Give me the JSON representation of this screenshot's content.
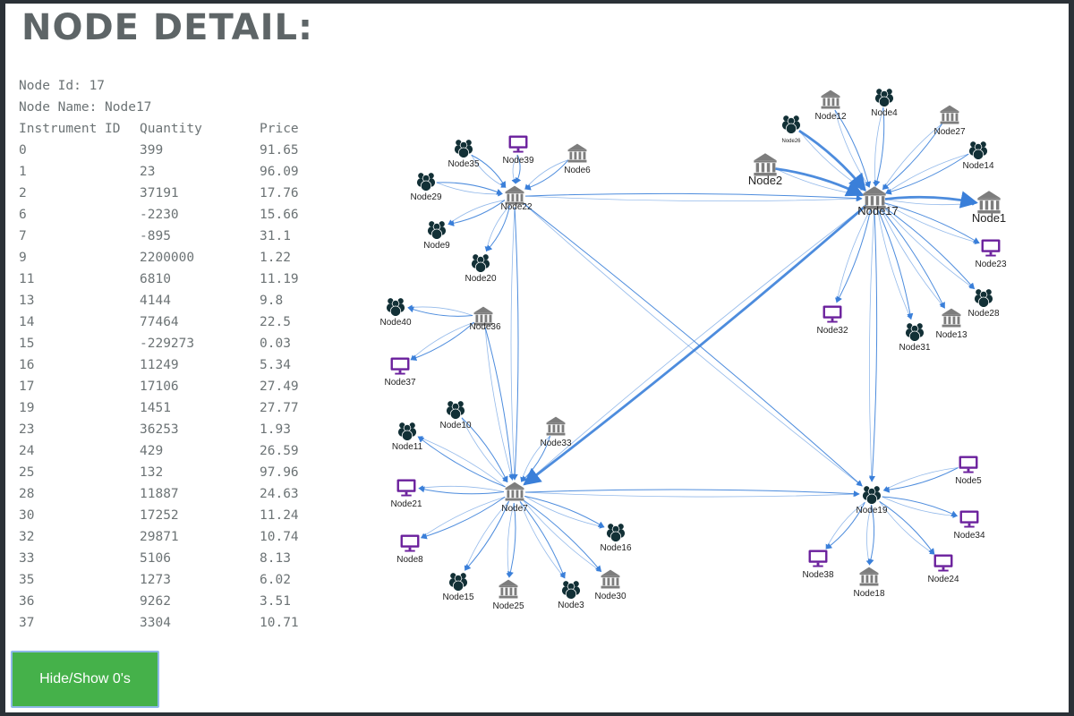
{
  "header": {
    "title": "NODE DETAIL:"
  },
  "node": {
    "id_label": "Node Id: 17",
    "name_label": "Node Name: Node17"
  },
  "table": {
    "columns": [
      "Instrument ID",
      "Quantity",
      "Price"
    ],
    "rows": [
      [
        "0",
        "399",
        "91.65"
      ],
      [
        "1",
        "23",
        "96.09"
      ],
      [
        "2",
        "37191",
        "17.76"
      ],
      [
        "6",
        "-2230",
        "15.66"
      ],
      [
        "7",
        "-895",
        "31.1"
      ],
      [
        "9",
        "2200000",
        "1.22"
      ],
      [
        "11",
        "6810",
        "11.19"
      ],
      [
        "13",
        "4144",
        "9.8"
      ],
      [
        "14",
        "77464",
        "22.5"
      ],
      [
        "15",
        "-229273",
        "0.03"
      ],
      [
        "16",
        "11249",
        "5.34"
      ],
      [
        "17",
        "17106",
        "27.49"
      ],
      [
        "19",
        "1451",
        "27.77"
      ],
      [
        "23",
        "36253",
        "1.93"
      ],
      [
        "24",
        "429",
        "26.59"
      ],
      [
        "25",
        "132",
        "97.96"
      ],
      [
        "28",
        "11887",
        "24.63"
      ],
      [
        "30",
        "17252",
        "11.24"
      ],
      [
        "32",
        "29871",
        "10.74"
      ],
      [
        "33",
        "5106",
        "8.13"
      ],
      [
        "35",
        "1273",
        "6.02"
      ],
      [
        "36",
        "9262",
        "3.51"
      ],
      [
        "37",
        "3304",
        "10.71"
      ]
    ]
  },
  "toggle_button": {
    "label": "Hide/Show 0's"
  },
  "colors": {
    "edge": "#3a7fd9",
    "bank": "#7d7d7d",
    "people": "#123036",
    "monitor": "#6a1f9c",
    "button": "#45b14a",
    "title": "#5e6567"
  },
  "graph": {
    "nodes": [
      {
        "id": "n17",
        "label": "Node17",
        "type": "bank",
        "size": "large"
      },
      {
        "id": "n2",
        "label": "Node2",
        "type": "bank",
        "size": "large"
      },
      {
        "id": "n1",
        "label": "Node1",
        "type": "bank",
        "size": "large"
      },
      {
        "id": "n12",
        "label": "Node12",
        "type": "bank"
      },
      {
        "id": "n4",
        "label": "Node4",
        "type": "people"
      },
      {
        "id": "n27",
        "label": "Node27",
        "type": "bank"
      },
      {
        "id": "n14",
        "label": "Node14",
        "type": "people"
      },
      {
        "id": "n26",
        "label": "Node26",
        "type": "people",
        "size": "tiny"
      },
      {
        "id": "n23",
        "label": "Node23",
        "type": "monitor"
      },
      {
        "id": "n28",
        "label": "Node28",
        "type": "people"
      },
      {
        "id": "n13",
        "label": "Node13",
        "type": "bank"
      },
      {
        "id": "n31",
        "label": "Node31",
        "type": "people"
      },
      {
        "id": "n32",
        "label": "Node32",
        "type": "monitor"
      },
      {
        "id": "n22",
        "label": "Node22",
        "type": "bank"
      },
      {
        "id": "n35",
        "label": "Node35",
        "type": "people"
      },
      {
        "id": "n39",
        "label": "Node39",
        "type": "monitor"
      },
      {
        "id": "n6",
        "label": "Node6",
        "type": "bank"
      },
      {
        "id": "n29",
        "label": "Node29",
        "type": "people"
      },
      {
        "id": "n9",
        "label": "Node9",
        "type": "people"
      },
      {
        "id": "n20",
        "label": "Node20",
        "type": "people"
      },
      {
        "id": "n36",
        "label": "Node36",
        "type": "bank"
      },
      {
        "id": "n40",
        "label": "Node40",
        "type": "people"
      },
      {
        "id": "n37",
        "label": "Node37",
        "type": "monitor"
      },
      {
        "id": "n7",
        "label": "Node7",
        "type": "bank"
      },
      {
        "id": "n10",
        "label": "Node10",
        "type": "people"
      },
      {
        "id": "n11",
        "label": "Node11",
        "type": "people"
      },
      {
        "id": "n33",
        "label": "Node33",
        "type": "bank"
      },
      {
        "id": "n21",
        "label": "Node21",
        "type": "monitor"
      },
      {
        "id": "n8",
        "label": "Node8",
        "type": "monitor"
      },
      {
        "id": "n15",
        "label": "Node15",
        "type": "people"
      },
      {
        "id": "n25",
        "label": "Node25",
        "type": "bank"
      },
      {
        "id": "n3",
        "label": "Node3",
        "type": "people"
      },
      {
        "id": "n30",
        "label": "Node30",
        "type": "bank"
      },
      {
        "id": "n16",
        "label": "Node16",
        "type": "people"
      },
      {
        "id": "n19",
        "label": "Node19",
        "type": "people"
      },
      {
        "id": "n5",
        "label": "Node5",
        "type": "monitor"
      },
      {
        "id": "n34",
        "label": "Node34",
        "type": "monitor"
      },
      {
        "id": "n24",
        "label": "Node24",
        "type": "monitor"
      },
      {
        "id": "n18",
        "label": "Node18",
        "type": "bank"
      },
      {
        "id": "n38",
        "label": "Node38",
        "type": "monitor"
      }
    ],
    "edges": [
      [
        "n12",
        "n17"
      ],
      [
        "n4",
        "n17"
      ],
      [
        "n27",
        "n17"
      ],
      [
        "n14",
        "n17"
      ],
      [
        "n26",
        "n17"
      ],
      [
        "n2",
        "n17"
      ],
      [
        "n17",
        "n1"
      ],
      [
        "n17",
        "n23"
      ],
      [
        "n17",
        "n28"
      ],
      [
        "n17",
        "n13"
      ],
      [
        "n17",
        "n31"
      ],
      [
        "n17",
        "n32"
      ],
      [
        "n22",
        "n17"
      ],
      [
        "n17",
        "n19"
      ],
      [
        "n17",
        "n7"
      ],
      [
        "n35",
        "n22"
      ],
      [
        "n39",
        "n22"
      ],
      [
        "n6",
        "n22"
      ],
      [
        "n29",
        "n22"
      ],
      [
        "n22",
        "n9"
      ],
      [
        "n22",
        "n20"
      ],
      [
        "n22",
        "n7"
      ],
      [
        "n22",
        "n19"
      ],
      [
        "n36",
        "n40"
      ],
      [
        "n36",
        "n37"
      ],
      [
        "n36",
        "n7"
      ],
      [
        "n10",
        "n7"
      ],
      [
        "n7",
        "n11"
      ],
      [
        "n33",
        "n7"
      ],
      [
        "n7",
        "n21"
      ],
      [
        "n7",
        "n8"
      ],
      [
        "n7",
        "n15"
      ],
      [
        "n7",
        "n25"
      ],
      [
        "n7",
        "n3"
      ],
      [
        "n7",
        "n30"
      ],
      [
        "n7",
        "n16"
      ],
      [
        "n7",
        "n19"
      ],
      [
        "n5",
        "n19"
      ],
      [
        "n19",
        "n34"
      ],
      [
        "n19",
        "n24"
      ],
      [
        "n19",
        "n18"
      ],
      [
        "n19",
        "n38"
      ]
    ]
  }
}
